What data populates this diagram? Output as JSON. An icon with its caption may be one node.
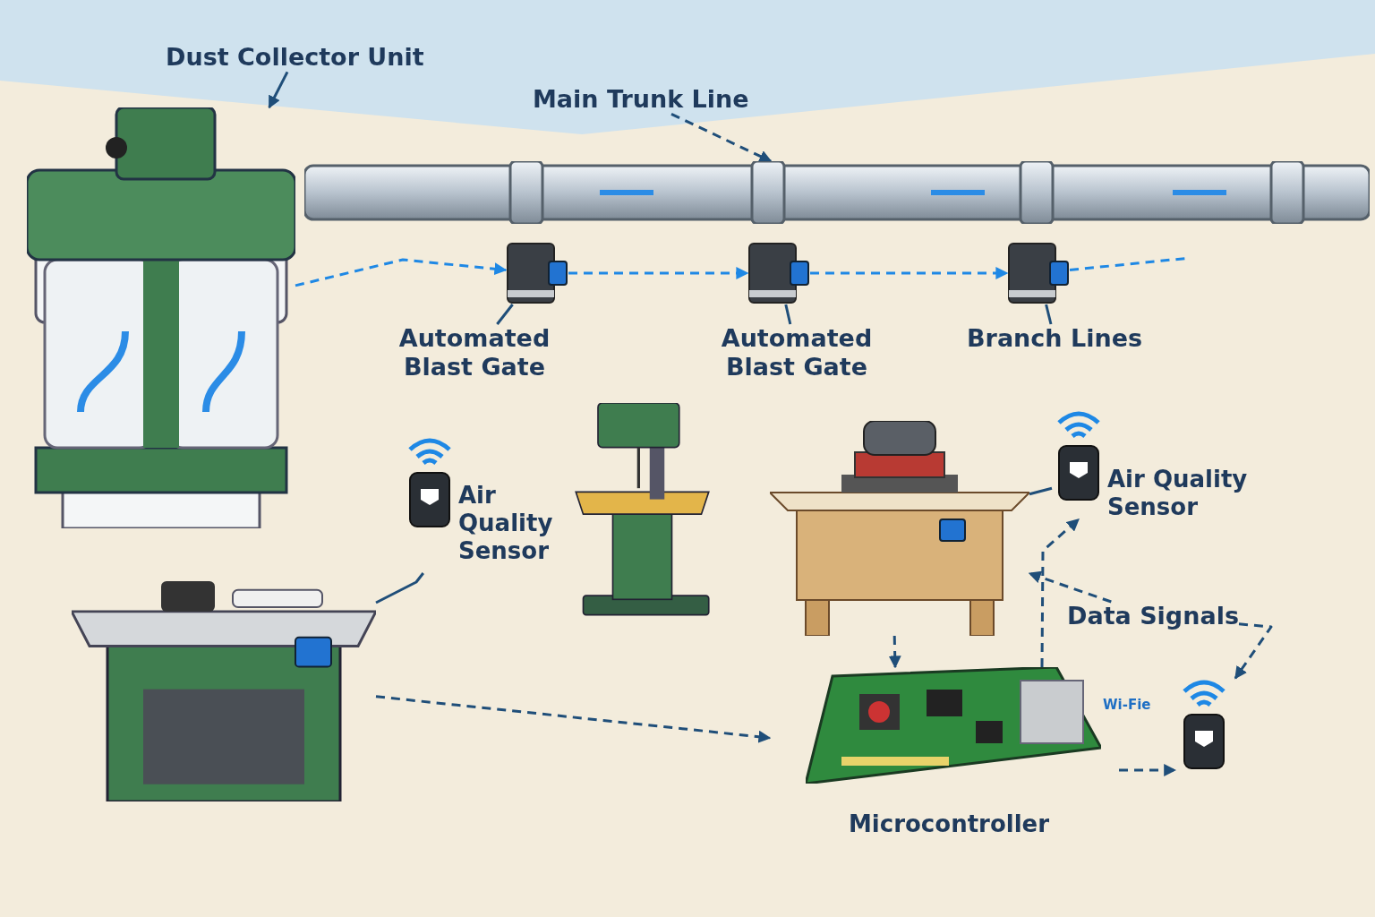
{
  "diagram": {
    "nodes": [
      {
        "text": [
          "Dust Collector Unit"
        ]
      },
      {
        "text": [],
        "shape": "picture"
      },
      {
        "text": [
          "Main Trunk Line"
        ]
      },
      {
        "text": [],
        "shape": "picture"
      },
      {
        "text": [],
        "shape": "picture"
      },
      {
        "text": [
          "Automated Blast Gate"
        ]
      },
      {
        "text": [],
        "shape": "picture"
      },
      {
        "text": [
          "Automated Blast Gate"
        ]
      },
      {
        "text": [],
        "shape": "picture"
      },
      {
        "text": [
          "Branch Lines"
        ]
      },
      {
        "text": [],
        "shape": "picture",
        "beside": [
          "Air Quality Sensor"
        ]
      },
      {
        "text": [],
        "shape": "picture"
      },
      {
        "text": [],
        "shape": "picture"
      },
      {
        "text": [],
        "shape": "picture",
        "beside": [
          "Air Quality Sensor"
        ]
      },
      {
        "text": [],
        "shape": "picture"
      },
      {
        "text": [
          "Data Signals"
        ]
      },
      {
        "text": [],
        "shape": "picture",
        "beside": [
          "Microcontroller"
        ]
      },
      {
        "text": [],
        "shape": "picture"
      }
    ],
    "edges": [
      {
        "from": 0,
        "to": 1,
        "arrow": "to"
      },
      {
        "from": 2,
        "to": 3,
        "arrow": "to",
        "style": "dashed"
      },
      {
        "from": 5,
        "to": 4,
        "arrow": "none"
      },
      {
        "from": 7,
        "to": 6,
        "arrow": "none"
      },
      {
        "from": 9,
        "to": 8,
        "arrow": "none"
      },
      {
        "from": 1,
        "to": 4,
        "arrow": "to",
        "style": "dashed",
        "color": "#1e88e5"
      },
      {
        "from": 4,
        "to": 6,
        "arrow": "to",
        "style": "dashed",
        "color": "#1e88e5"
      },
      {
        "from": 6,
        "to": 8,
        "arrow": "to",
        "style": "dashed",
        "color": "#1e88e5"
      },
      {
        "from": 8,
        "to": null,
        "arrow": "none",
        "style": "dashed",
        "color": "#1e88e5"
      },
      {
        "from": 10,
        "to": 14,
        "arrow": "none"
      },
      {
        "from": 13,
        "to": 12,
        "arrow": "none"
      },
      {
        "from": 14,
        "to": 16,
        "arrow": "to",
        "style": "dashed"
      },
      {
        "from": 12,
        "to": 16,
        "arrow": "to",
        "style": "dashed"
      },
      {
        "from": 16,
        "to": 13,
        "arrow": "to",
        "style": "dashed"
      },
      {
        "from": 15,
        "to": 12,
        "arrow": "to",
        "style": "dashed"
      },
      {
        "from": 15,
        "to": 17,
        "arrow": "to",
        "style": "dashed"
      },
      {
        "from": 16,
        "to": 17,
        "arrow": "to",
        "style": "dashed"
      }
    ],
    "labels": [
      "Wi-Fie"
    ]
  }
}
